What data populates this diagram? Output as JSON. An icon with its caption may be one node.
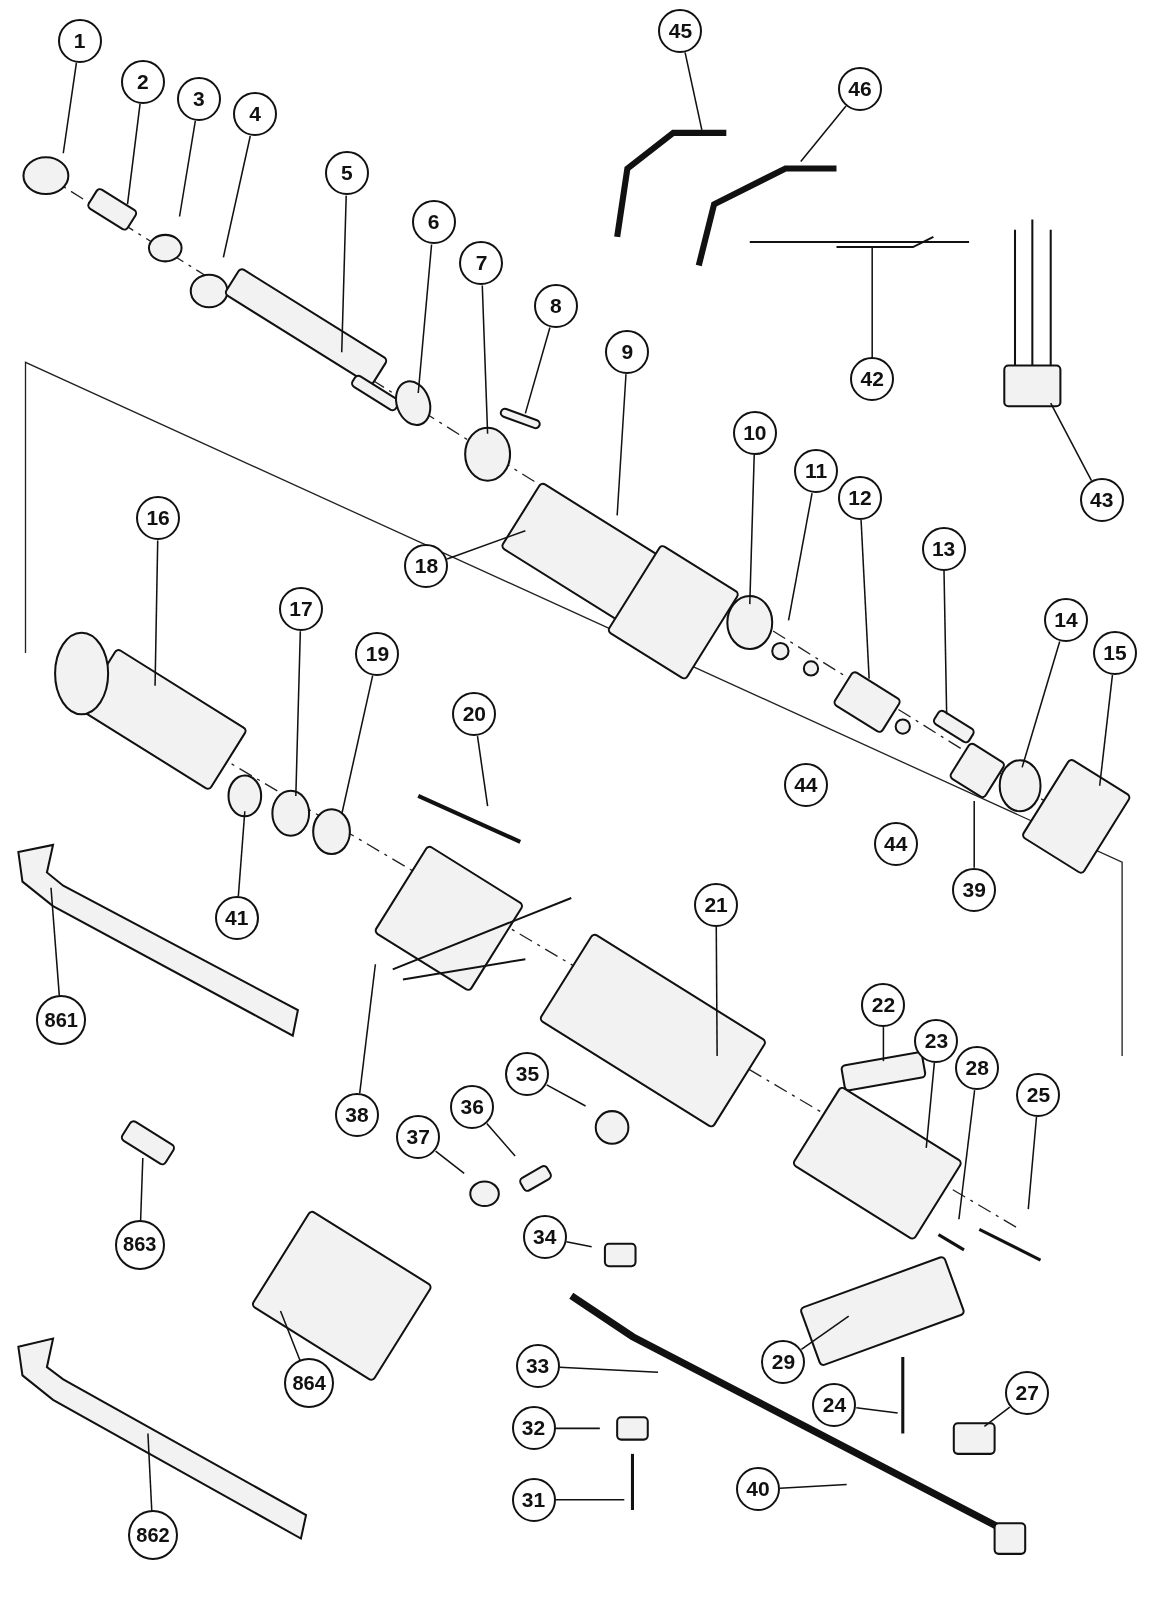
{
  "diagram": {
    "nodes": [
      {
        "text": [
          "1"
        ]
      },
      {
        "text": [
          "2"
        ]
      },
      {
        "text": [
          "3"
        ]
      },
      {
        "text": [
          "4"
        ]
      },
      {
        "text": [
          "5"
        ]
      },
      {
        "text": [
          "6"
        ]
      },
      {
        "text": [
          "7"
        ]
      },
      {
        "text": [
          "8"
        ]
      },
      {
        "text": [
          "9"
        ]
      },
      {
        "text": [
          "45"
        ]
      },
      {
        "text": [
          "46"
        ]
      },
      {
        "text": [
          "42"
        ]
      },
      {
        "text": [
          "43"
        ]
      },
      {
        "text": [
          "10"
        ]
      },
      {
        "text": [
          "11"
        ]
      },
      {
        "text": [
          "12"
        ]
      },
      {
        "text": [
          "13"
        ]
      },
      {
        "text": [
          "14"
        ]
      },
      {
        "text": [
          "15"
        ]
      },
      {
        "text": [
          "16"
        ]
      },
      {
        "text": [
          "17"
        ]
      },
      {
        "text": [
          "19"
        ]
      },
      {
        "text": [
          "18"
        ]
      },
      {
        "text": [
          "20"
        ]
      },
      {
        "text": [
          "44"
        ]
      },
      {
        "text": [
          "44"
        ]
      },
      {
        "text": [
          "39"
        ]
      },
      {
        "text": [
          "41"
        ]
      },
      {
        "text": [
          "21"
        ]
      },
      {
        "text": [
          "22"
        ]
      },
      {
        "text": [
          "23"
        ]
      },
      {
        "text": [
          "28"
        ]
      },
      {
        "text": [
          "25"
        ]
      },
      {
        "text": [
          "861"
        ]
      },
      {
        "text": [
          "38"
        ]
      },
      {
        "text": [
          "35"
        ]
      },
      {
        "text": [
          "36"
        ]
      },
      {
        "text": [
          "37"
        ]
      },
      {
        "text": [
          "863"
        ]
      },
      {
        "text": [
          "34"
        ]
      },
      {
        "text": [
          "864"
        ]
      },
      {
        "text": [
          "33"
        ]
      },
      {
        "text": [
          "29"
        ]
      },
      {
        "text": [
          "24"
        ]
      },
      {
        "text": [
          "27"
        ]
      },
      {
        "text": [
          "32"
        ]
      },
      {
        "text": [
          "31"
        ]
      },
      {
        "text": [
          "40"
        ]
      },
      {
        "text": [
          "862"
        ]
      }
    ],
    "edges": [
      {
        "from": 0,
        "to": null,
        "arrow": "none"
      },
      {
        "from": 1,
        "to": null,
        "arrow": "none"
      },
      {
        "from": 2,
        "to": null,
        "arrow": "none"
      },
      {
        "from": 3,
        "to": null,
        "arrow": "none"
      },
      {
        "from": 4,
        "to": null,
        "arrow": "none"
      },
      {
        "from": 5,
        "to": null,
        "arrow": "none"
      },
      {
        "from": 6,
        "to": null,
        "arrow": "none"
      },
      {
        "from": 7,
        "to": null,
        "arrow": "none"
      },
      {
        "from": 8,
        "to": null,
        "arrow": "none"
      },
      {
        "from": 9,
        "to": null,
        "arrow": "none"
      },
      {
        "from": 10,
        "to": null,
        "arrow": "none"
      },
      {
        "from": 11,
        "to": null,
        "arrow": "none"
      },
      {
        "from": 12,
        "to": null,
        "arrow": "none"
      },
      {
        "from": 13,
        "to": null,
        "arrow": "none"
      },
      {
        "from": 14,
        "to": null,
        "arrow": "none"
      },
      {
        "from": 15,
        "to": null,
        "arrow": "none"
      },
      {
        "from": 16,
        "to": null,
        "arrow": "none"
      },
      {
        "from": 17,
        "to": null,
        "arrow": "none"
      },
      {
        "from": 18,
        "to": null,
        "arrow": "none"
      },
      {
        "from": 19,
        "to": null,
        "arrow": "none"
      },
      {
        "from": 20,
        "to": null,
        "arrow": "none"
      },
      {
        "from": 21,
        "to": null,
        "arrow": "none"
      },
      {
        "from": 22,
        "to": null,
        "arrow": "none"
      },
      {
        "from": 23,
        "to": null,
        "arrow": "none"
      },
      {
        "from": 26,
        "to": null,
        "arrow": "none"
      },
      {
        "from": 27,
        "to": null,
        "arrow": "none"
      },
      {
        "from": 28,
        "to": null,
        "arrow": "none"
      },
      {
        "from": 29,
        "to": null,
        "arrow": "none"
      },
      {
        "from": 30,
        "to": null,
        "arrow": "none"
      },
      {
        "from": 31,
        "to": null,
        "arrow": "none"
      },
      {
        "from": 32,
        "to": null,
        "arrow": "none"
      },
      {
        "from": 33,
        "to": null,
        "arrow": "none"
      },
      {
        "from": 34,
        "to": null,
        "arrow": "none"
      },
      {
        "from": 35,
        "to": null,
        "arrow": "none"
      },
      {
        "from": 36,
        "to": null,
        "arrow": "none"
      },
      {
        "from": 37,
        "to": null,
        "arrow": "none"
      },
      {
        "from": 38,
        "to": null,
        "arrow": "none"
      },
      {
        "from": 39,
        "to": null,
        "arrow": "none"
      },
      {
        "from": 40,
        "to": null,
        "arrow": "none"
      },
      {
        "from": 41,
        "to": null,
        "arrow": "none"
      },
      {
        "from": 42,
        "to": null,
        "arrow": "none"
      },
      {
        "from": 43,
        "to": null,
        "arrow": "none"
      },
      {
        "from": 44,
        "to": null,
        "arrow": "none"
      },
      {
        "from": 45,
        "to": null,
        "arrow": "none"
      },
      {
        "from": 46,
        "to": null,
        "arrow": "none"
      },
      {
        "from": 47,
        "to": null,
        "arrow": "none"
      },
      {
        "from": 48,
        "to": null,
        "arrow": "none"
      }
    ]
  }
}
